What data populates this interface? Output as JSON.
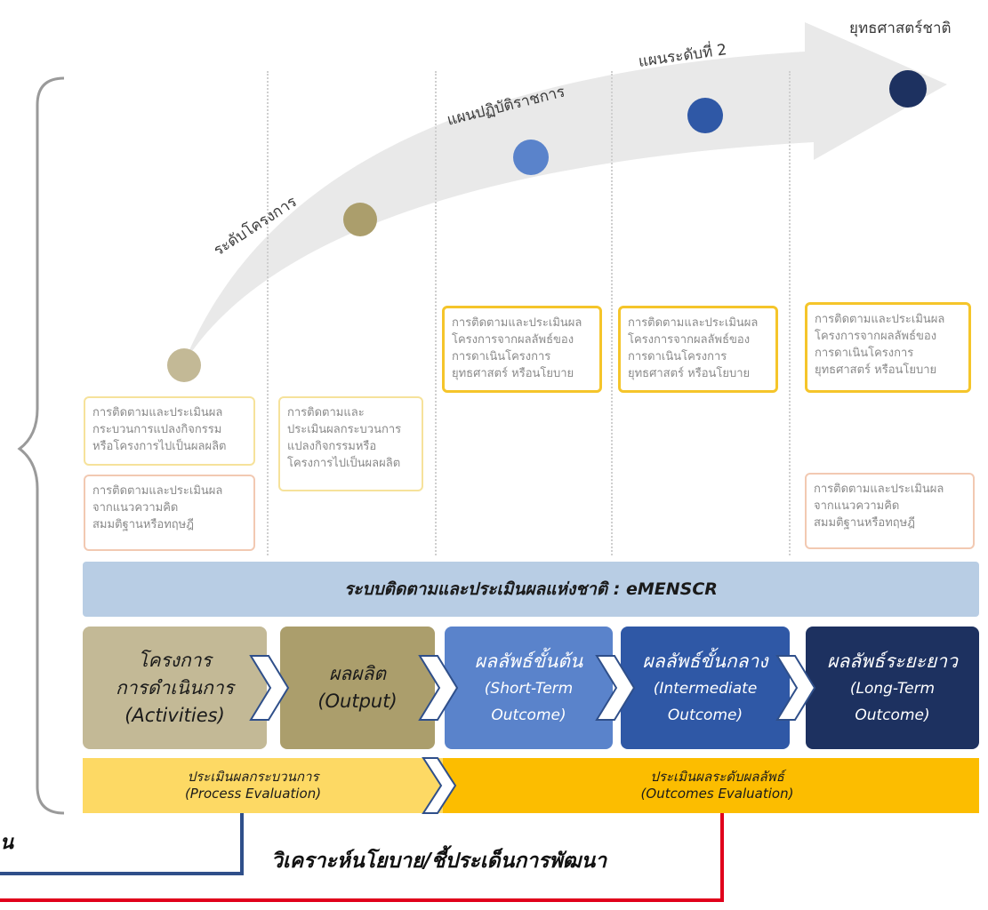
{
  "stages": {
    "project_level": "ระดับโครงการ",
    "action_plan": "แผนปฏิบัติราชการ",
    "level2_plan": "แผนระดับที่ 2",
    "national_strategy": "ยุทธศาสตร์ชาติ"
  },
  "boxes": {
    "process_col1": "การติดตามและประเมินผล\nกระบวนการแปลงกิจกรรม\nหรือโครงการไปเป็นผลผลิต",
    "theory_col1": "การติดตามและประเมินผล\nจากแนวความคิด\nสมมติฐานหรือทฤษฎี",
    "process_col2": "การติดตามและ\nประเมินผลกระบวนการ\nแปลงกิจกรรมหรือ\nโครงการไปเป็นผลผลิต",
    "outcome_col3": "การติดตามและประเมินผล\nโครงการจากผลลัพธ์ของ\nการดาเนินโครงการ\nยุทธศาสตร์ หรือนโยบาย",
    "outcome_col4": "การติดตามและประเมินผล\nโครงการจากผลลัพธ์ของ\nการดาเนินโครงการ\nยุทธศาสตร์ หรือนโยบาย",
    "outcome_col5": "การติดตามและประเมินผล\nโครงการจากผลลัพธ์ของ\nการดาเนินโครงการ\nยุทธศาสตร์ หรือนโยบาย",
    "theory_col5": "การติดตามและประเมินผล\nจากแนวความคิด\nสมมติฐานหรือทฤษฎี"
  },
  "band": "ระบบติดตามและประเมินผลแห่งชาติ : eMENSCR",
  "stage_boxes": [
    {
      "line1": "โครงการ",
      "line2": "การดำเนินการ",
      "line3": "(Activities)"
    },
    {
      "line1": "ผลผลิต",
      "line2": "(Output)"
    },
    {
      "line1": "ผลลัพธ์ขั้นต้น",
      "line2": "(Short-Term",
      "line3": "Outcome)"
    },
    {
      "line1": "ผลลัพธ์ขั้นกลาง",
      "line2": "(Intermediate",
      "line3": "Outcome)"
    },
    {
      "line1": "ผลลัพธ์ระยะยาว",
      "line2": "(Long-Term",
      "line3": "Outcome)"
    }
  ],
  "evaluation": {
    "process_th": "ประเมินผลกระบวนการ",
    "process_en": "(Process Evaluation)",
    "outcomes_th": "ประเมินผลระดับผลลัพธ์",
    "outcomes_en": "(Outcomes Evaluation)"
  },
  "left_cut_text": "น",
  "bottom_label": "วิเคราะห์นโยบาย/ชี้ประเด็นการพัฒนา",
  "colors": {
    "olive_light": "#c3b996",
    "olive": "#ab9e6c",
    "blue_light": "#5a83cb",
    "blue": "#2f58a6",
    "navy": "#1d3160",
    "band": "#b8cde4",
    "process_eval": "#fdd964",
    "outcome_eval": "#fcbd00",
    "bracket": "#9a9a9a",
    "blue_connector": "#2f4f8a",
    "red_connector": "#e0001b"
  }
}
